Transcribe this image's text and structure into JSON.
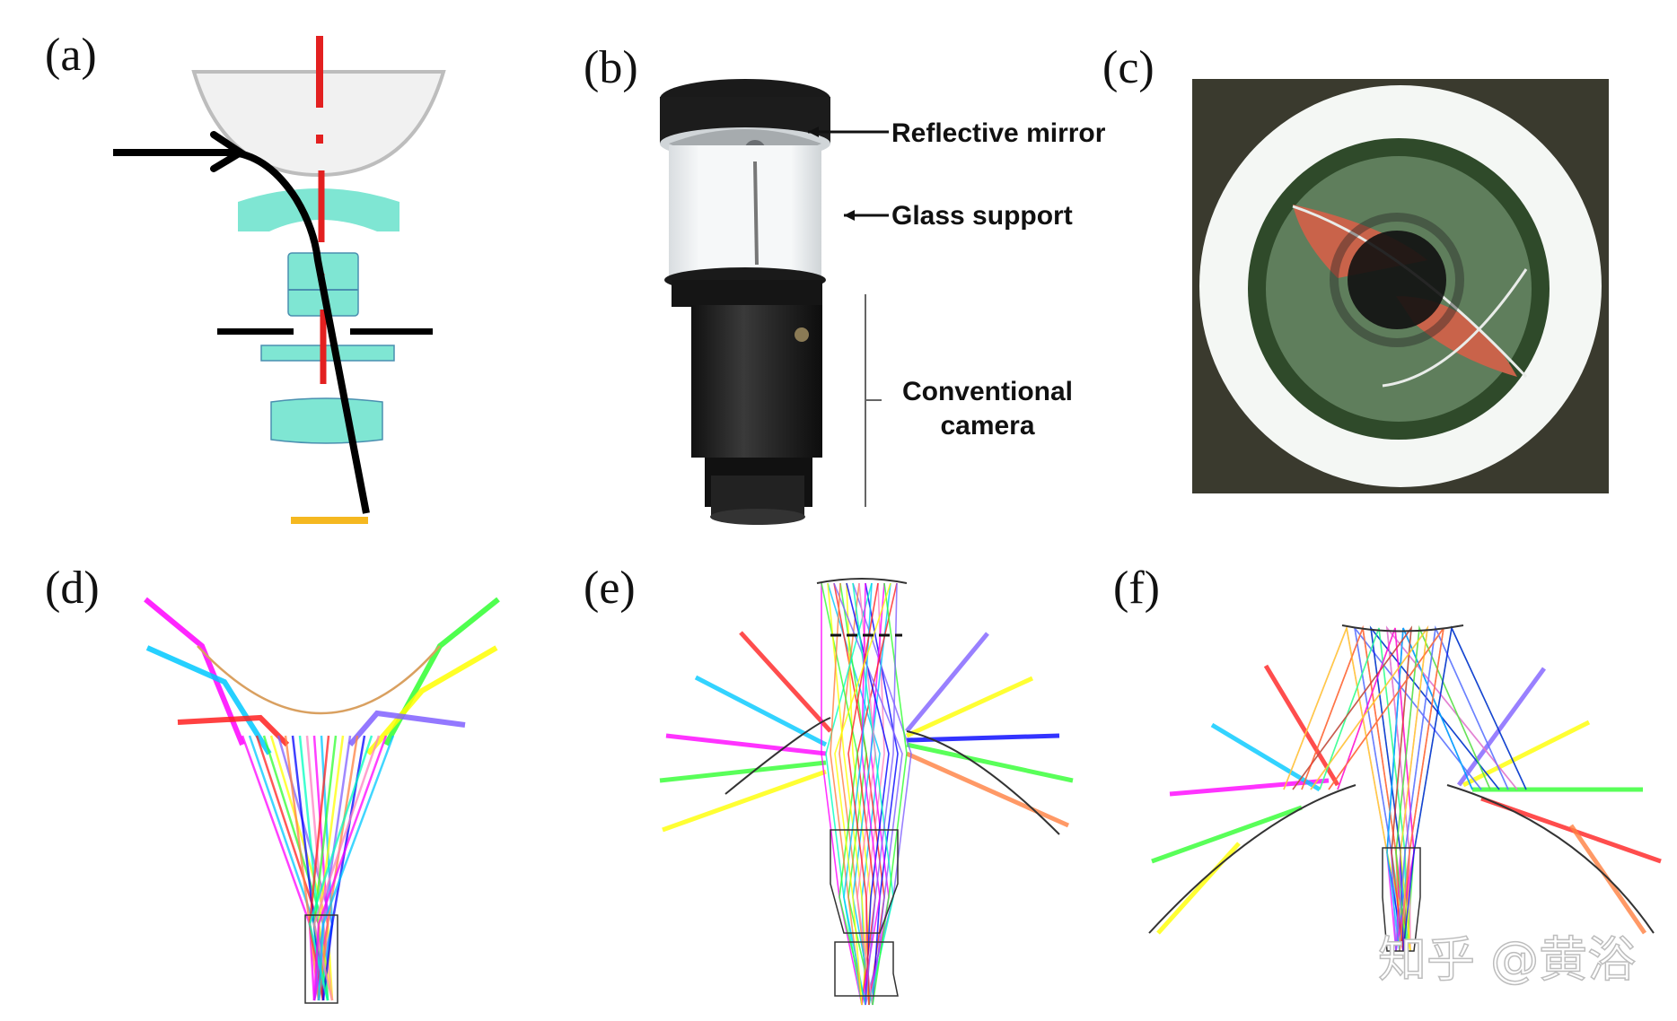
{
  "panels": {
    "a": {
      "label": "(a)"
    },
    "b": {
      "label": "(b)",
      "annotations": {
        "mirror": "Reflective mirror",
        "support": "Glass support",
        "camera_line1": "Conventional",
        "camera_line2": "camera"
      }
    },
    "c": {
      "label": "(c)"
    },
    "d": {
      "label": "(d)"
    },
    "e": {
      "label": "(e)"
    },
    "f": {
      "label": "(f)"
    }
  },
  "colors": {
    "lens": "#7fe6d3",
    "ray_black": "#000000",
    "axis_red": "#e32020",
    "sensor_yellow": "#f5b820",
    "mirror_gray": "#bdbdbd",
    "ray_palette": [
      "#ff00ff",
      "#00c8ff",
      "#ff2020",
      "#30ff30",
      "#ffff00",
      "#8060ff",
      "#ff8040",
      "#0000ff",
      "#00ffc0",
      "#ff80c0"
    ]
  },
  "watermark": "知乎 @黄浴"
}
